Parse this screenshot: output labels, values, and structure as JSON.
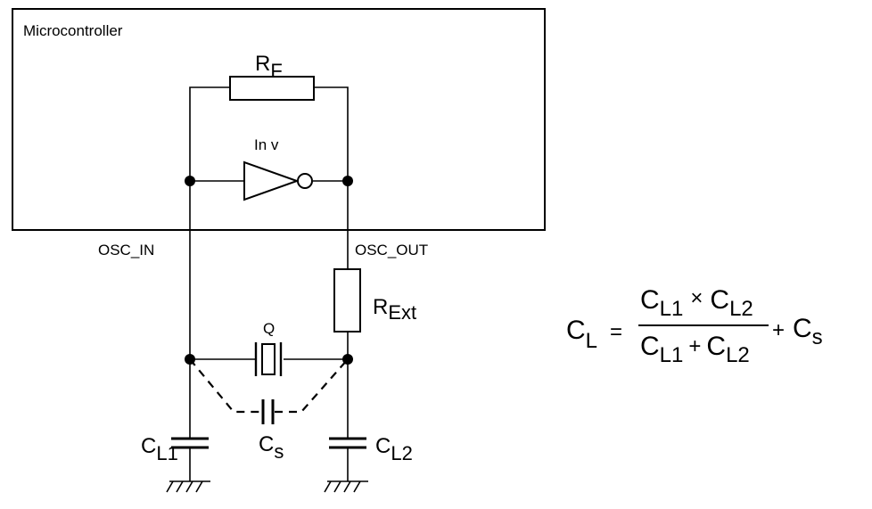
{
  "block": {
    "title": "Microcontroller"
  },
  "pins": {
    "in": "OSC_IN",
    "out": "OSC_OUT"
  },
  "components": {
    "rf": {
      "main": "R",
      "sub": "F"
    },
    "inv": {
      "label": "In v"
    },
    "rext": {
      "main": "R",
      "sub": "Ext"
    },
    "crystal": {
      "label": "Q"
    },
    "cs": {
      "main": "C",
      "sub": "s"
    },
    "cl1": {
      "main": "C",
      "sub": "L1"
    },
    "cl2": {
      "main": "C",
      "sub": "L2"
    }
  },
  "formula": {
    "lhs_main": "C",
    "lhs_sub": "L",
    "equals": "=",
    "num_a_main": "C",
    "num_a_sub": "L1",
    "times": "×",
    "num_b_main": "C",
    "num_b_sub": "L2",
    "den_a_main": "C",
    "den_a_sub": "L1",
    "plus_den": "+",
    "den_b_main": "C",
    "den_b_sub": "L2",
    "plus": "+",
    "tail_main": "C",
    "tail_sub": "s"
  }
}
